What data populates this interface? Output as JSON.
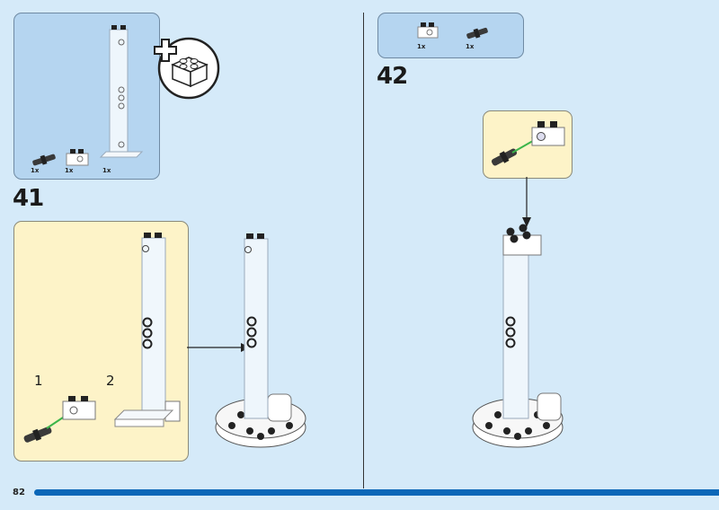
{
  "page_number": "82",
  "steps": [
    {
      "number": "41",
      "parts": [
        {
          "qty": "1x",
          "part": "pin-connector"
        },
        {
          "qty": "1x",
          "part": "technic-brick-1x2"
        },
        {
          "qty": "1x",
          "part": "tall-transparent-pillar"
        }
      ],
      "add_bag_icon": "plus-brick-icon",
      "substeps": [
        "1",
        "2"
      ]
    },
    {
      "number": "42",
      "parts": [
        {
          "qty": "1x",
          "part": "technic-brick-1x2"
        },
        {
          "qty": "1x",
          "part": "pin-connector"
        }
      ]
    }
  ],
  "colors": {
    "background": "#d5eaf9",
    "parts_box": "#b5d5f0",
    "callout": "#fdf3c8",
    "accent_bar": "#0b67b8",
    "arrow_green": "#3bb54a"
  }
}
